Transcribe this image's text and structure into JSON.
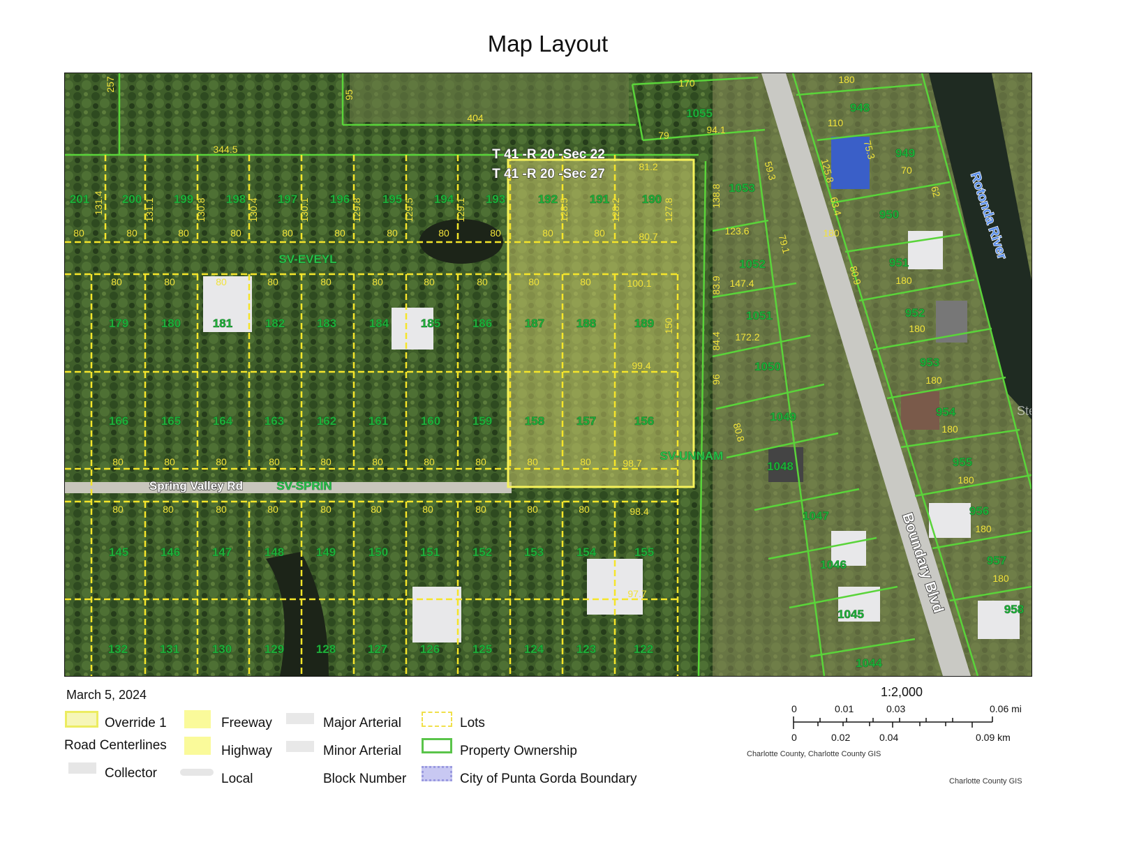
{
  "title": "Map Layout",
  "date": "March 5, 2024",
  "section_labels": [
    "T 41 -R 20 -Sec 22",
    "T 41 -R 20 -Sec 27"
  ],
  "roads": {
    "sv_eveyl": "SV-EVEYL",
    "spring_valley": "Spring Valley Rd",
    "sv_sprin": "SV-SPRIN",
    "sv_unnam": "SV-UNNAM",
    "boundary": "Boundary Blvd",
    "river": "Rotonda River"
  },
  "watermark": "StellarMLS",
  "lot_rows": [
    [
      "201",
      "200",
      "199",
      "198",
      "197",
      "196",
      "195",
      "194",
      "193",
      "192",
      "191",
      "190"
    ],
    [
      "179",
      "180",
      "181",
      "182",
      "183",
      "184",
      "185",
      "186",
      "187",
      "188",
      "189"
    ],
    [
      "166",
      "165",
      "164",
      "163",
      "162",
      "161",
      "160",
      "159",
      "158",
      "157",
      "156"
    ],
    [
      "145",
      "146",
      "147",
      "148",
      "149",
      "150",
      "151",
      "152",
      "153",
      "154",
      "155"
    ],
    [
      "132",
      "131",
      "130",
      "129",
      "128",
      "127",
      "126",
      "125",
      "124",
      "123",
      "122"
    ]
  ],
  "east_lots": [
    "1055",
    "1053",
    "1052",
    "1051",
    "1050",
    "1049",
    "1048",
    "1047",
    "1046",
    "1045",
    "1044"
  ],
  "far_east_lots": [
    "948",
    "949",
    "950",
    "951",
    "952",
    "953",
    "954",
    "955",
    "956",
    "957",
    "958"
  ],
  "dimensions": [
    "344.5",
    "404",
    "170",
    "180",
    "79",
    "94.1",
    "81.2",
    "80.7",
    "100.1",
    "99.4",
    "98.7",
    "98.4",
    "97.7",
    "150",
    "127.8",
    "128.2",
    "128.5",
    "129.1",
    "129.5",
    "129.8",
    "130.1",
    "130.4",
    "130.8",
    "131.1",
    "131.4",
    "123.6",
    "147.4",
    "172.2",
    "79.1",
    "63.4",
    "75.3",
    "70",
    "62",
    "110",
    "125.8",
    "80.9",
    "80.8",
    "83.9",
    "84.4",
    "96",
    "59.3",
    "138.8",
    "95",
    "257"
  ],
  "legend": {
    "override": "Override 1",
    "road_centerlines": "Road Centerlines",
    "freeway": "Freeway",
    "highway": "Highway",
    "collector": "Collector",
    "local": "Local",
    "major_arterial": "Major Arterial",
    "minor_arterial": "Minor Arterial",
    "block_number": "Block Number",
    "lots": "Lots",
    "property_ownership": "Property Ownership",
    "punta_gorda": "City of Punta Gorda Boundary"
  },
  "scale": {
    "ratio": "1:2,000",
    "mi_ticks": [
      "0",
      "0.01",
      "0.03",
      "0.06 mi"
    ],
    "km_ticks": [
      "0",
      "0.02",
      "0.04",
      "0.09 km"
    ],
    "attribution": "Charlotte County, Charlotte County GIS"
  },
  "footer_credit": "Charlotte County GIS",
  "colors": {
    "lot_line": "#f5e52a",
    "ownership": "#5ad43a",
    "override_fill": "#ffff80",
    "lot_number": "#1fae3a",
    "river_label": "#5a8ee8"
  }
}
